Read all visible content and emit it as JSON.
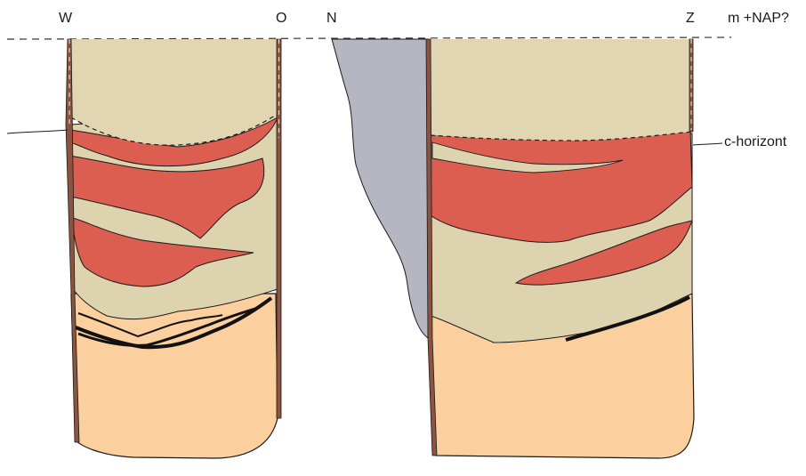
{
  "labels": {
    "left_west": "W",
    "left_east": "O",
    "right_north": "N",
    "right_south": "Z",
    "elevation_unit": "m +NAP?",
    "horizon_label": "c-horizont"
  },
  "colors": {
    "topsoil": "#E2D6B2",
    "red_layer": "#DC5E51",
    "light_layer": "#DDD3AF",
    "subsoil": "#FBCF9E",
    "peat_grey": "#B6B6C2",
    "wall": "#8A5440",
    "line": "#1a1a1a"
  }
}
